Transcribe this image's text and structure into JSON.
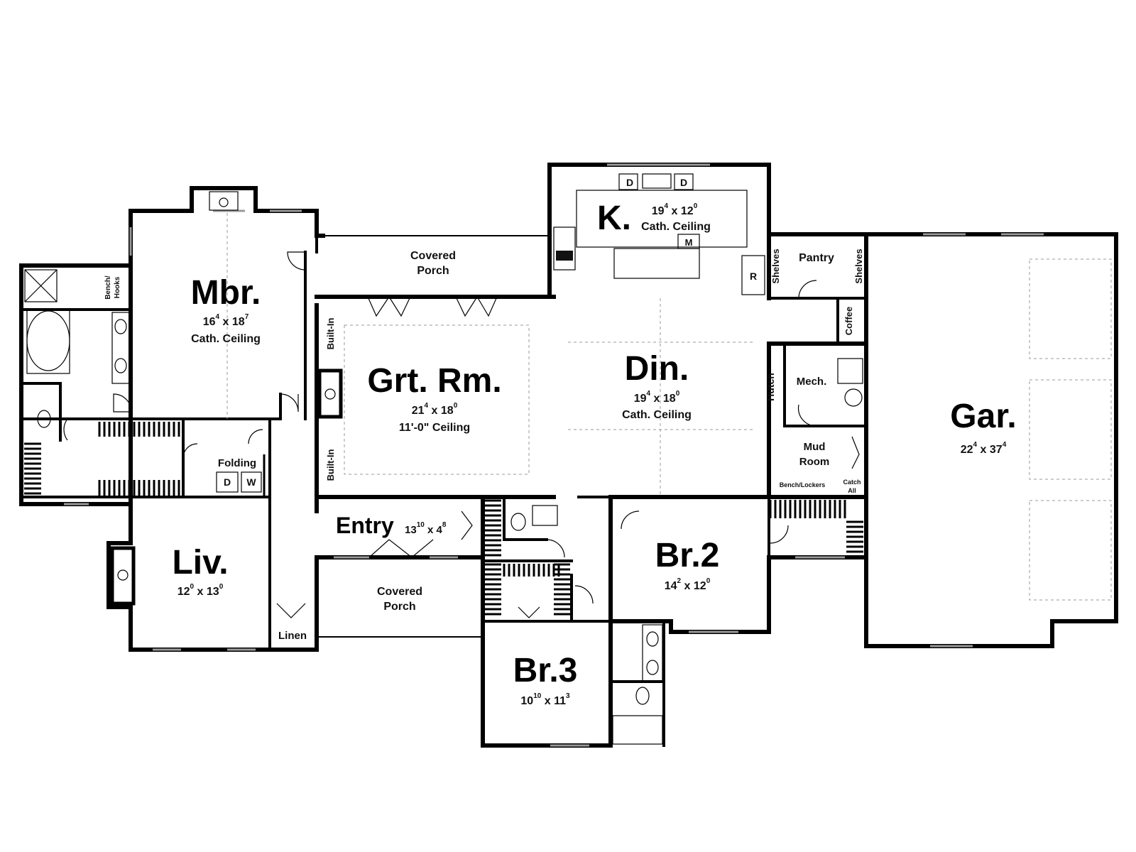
{
  "rooms": {
    "mbr": {
      "name": "Mbr.",
      "dim_w": "16",
      "dim_w_sup": "4",
      "dim_d": "18",
      "dim_d_sup": "7",
      "note": "Cath. Ceiling"
    },
    "grt": {
      "name": "Grt. Rm.",
      "dim_w": "21",
      "dim_w_sup": "4",
      "dim_d": "18",
      "dim_d_sup": "0",
      "note": "11'-0\" Ceiling"
    },
    "kitchen": {
      "name": "K.",
      "dim_w": "19",
      "dim_w_sup": "4",
      "dim_d": "12",
      "dim_d_sup": "0",
      "note": "Cath. Ceiling"
    },
    "din": {
      "name": "Din.",
      "dim_w": "19",
      "dim_w_sup": "4",
      "dim_d": "18",
      "dim_d_sup": "0",
      "note": "Cath. Ceiling"
    },
    "gar": {
      "name": "Gar.",
      "dim_w": "22",
      "dim_w_sup": "4",
      "dim_d": "37",
      "dim_d_sup": "4"
    },
    "liv": {
      "name": "Liv.",
      "dim_w": "12",
      "dim_w_sup": "0",
      "dim_d": "13",
      "dim_d_sup": "0"
    },
    "entry": {
      "name": "Entry",
      "dim_w": "13",
      "dim_w_sup": "10",
      "dim_d": "4",
      "dim_d_sup": "8"
    },
    "br2": {
      "name": "Br.2",
      "dim_w": "14",
      "dim_w_sup": "2",
      "dim_d": "12",
      "dim_d_sup": "0"
    },
    "br3": {
      "name": "Br.3",
      "dim_w": "10",
      "dim_w_sup": "10",
      "dim_d": "11",
      "dim_d_sup": "3"
    }
  },
  "labels": {
    "covered_porch_top_1": "Covered",
    "covered_porch_top_2": "Porch",
    "covered_porch_bottom_1": "Covered",
    "covered_porch_bottom_2": "Porch",
    "pantry": "Pantry",
    "shelves_left": "Shelves",
    "shelves_right": "Shelves",
    "coffee": "Coffee",
    "hutch": "Hutch",
    "mech": "Mech.",
    "mud_1": "Mud",
    "mud_2": "Room",
    "bench_lockers": "Bench/Lockers",
    "catch_all_1": "Catch",
    "catch_all_2": "All",
    "built_in_top": "Built-In",
    "built_in_bottom": "Built-In",
    "folding": "Folding",
    "dryer": "D",
    "washer": "W",
    "linen": "Linen",
    "bench_hooks_1": "Bench/",
    "bench_hooks_2": "Hooks",
    "dishwasher_left": "D",
    "dishwasher_right": "D",
    "microwave": "M",
    "refrigerator": "R",
    "x_sep": "x"
  }
}
